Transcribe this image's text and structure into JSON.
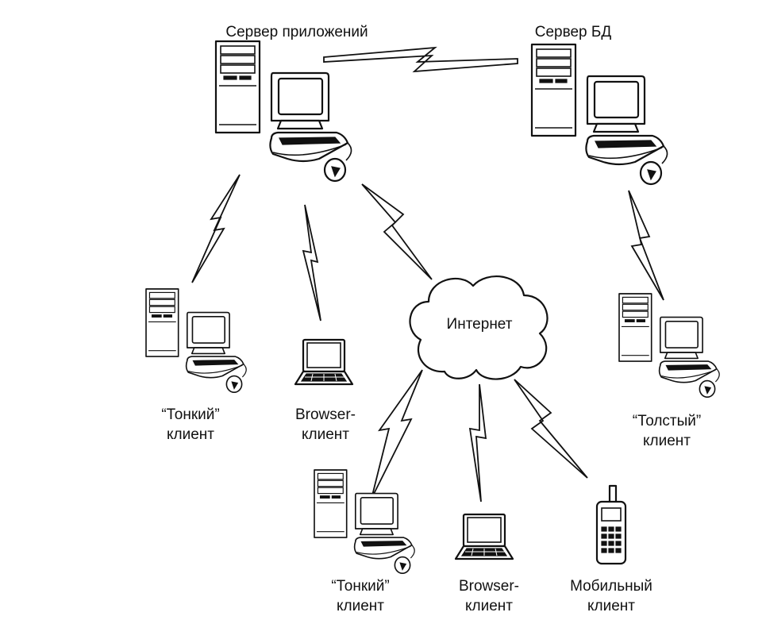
{
  "diagram": {
    "labels": {
      "app_server": "Сервер приложений",
      "db_server": "Сервер БД",
      "internet": "Интернет",
      "thin_client_1_line1": "“Тонкий”",
      "thin_client_1_line2": "клиент",
      "browser_client_1_line1": "Browser-",
      "browser_client_1_line2": "клиент",
      "thick_client_line1": "“Толстый”",
      "thick_client_line2": "клиент",
      "thin_client_2_line1": "“Тонкий”",
      "thin_client_2_line2": "клиент",
      "browser_client_2_line1": "Browser-",
      "browser_client_2_line2": "клиент",
      "mobile_client_line1": "Мобильный",
      "mobile_client_line2": "клиент"
    },
    "nodes": [
      {
        "id": "app-server",
        "kind": "workstation",
        "label_key": "app_server"
      },
      {
        "id": "db-server",
        "kind": "workstation",
        "label_key": "db_server"
      },
      {
        "id": "internet",
        "kind": "cloud",
        "label_key": "internet"
      },
      {
        "id": "thin-client-1",
        "kind": "workstation"
      },
      {
        "id": "browser-client-1",
        "kind": "laptop"
      },
      {
        "id": "thick-client",
        "kind": "workstation"
      },
      {
        "id": "thin-client-2",
        "kind": "workstation"
      },
      {
        "id": "browser-client-2",
        "kind": "laptop"
      },
      {
        "id": "mobile-client",
        "kind": "phone"
      }
    ],
    "links": [
      {
        "from": "app-server",
        "to": "db-server",
        "style": "lightning"
      },
      {
        "from": "app-server",
        "to": "thin-client-1",
        "style": "lightning"
      },
      {
        "from": "app-server",
        "to": "browser-client-1",
        "style": "lightning"
      },
      {
        "from": "app-server",
        "to": "internet",
        "style": "lightning"
      },
      {
        "from": "db-server",
        "to": "thick-client",
        "style": "lightning"
      },
      {
        "from": "internet",
        "to": "thin-client-2",
        "style": "lightning"
      },
      {
        "from": "internet",
        "to": "browser-client-2",
        "style": "lightning"
      },
      {
        "from": "internet",
        "to": "mobile-client",
        "style": "lightning"
      }
    ]
  }
}
